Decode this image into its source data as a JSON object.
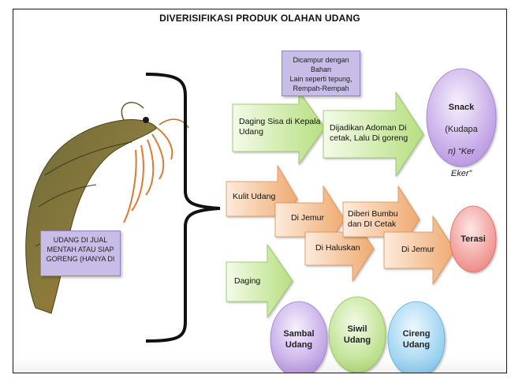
{
  "title": "DIVERISIFIKASI PRODUK OLAHAN UDANG",
  "shrimp": {
    "label_lines": "UDANG DI JUAL\nMENTAH ATAU SIAP\nGORENG (HANYA DI"
  },
  "note": {
    "text_lines": "Dicampur dengan Bahan\nLain seperti tepung,\nRempah-Rempah"
  },
  "row1": {
    "arrow1": "Daging Sisa di Kepala\nUdang",
    "arrow2": "Dijadikan Adoman Di\ncetak, Lalu Di goreng",
    "result_line1": "Snack",
    "result_line2": "(Kudapa",
    "result_line3": "n) “Ker",
    "result_line4": "Eker”"
  },
  "row2": {
    "arrow1": "Kulit Udang",
    "arrow2": "Di Jemur",
    "arrow3": "Di Haluskan",
    "arrow4": "Diberi Bumbu\ndan DI Cetak",
    "arrow5": "Di Jemur",
    "result": "Terasi"
  },
  "row3": {
    "arrow1": "Daging",
    "result1": "Sambal\nUdang",
    "result2": "Siwil\nUdang",
    "result3": "Cireng\nUdang"
  },
  "colors": {
    "green_light": "#e9f7d2",
    "green_dark": "#b8df85",
    "orange_light": "#fde1c8",
    "orange_dark": "#f0b07a",
    "purple_light": "#e9defa",
    "purple_dark": "#b99be3",
    "red_light": "#fcd4d1",
    "red_dark": "#ee8f8a",
    "blue_light": "#dcf1fb",
    "blue_dark": "#8fcdf0",
    "note_box": "#c8bde6"
  }
}
